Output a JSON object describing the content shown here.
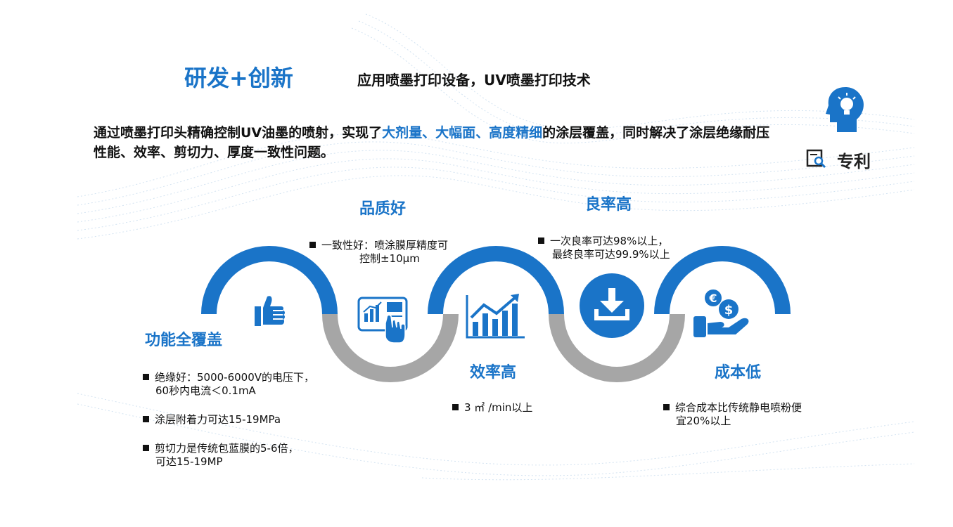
{
  "header": {
    "title": "研发+创新",
    "subtitle": "应用喷墨打印设备，UV喷墨打印技术"
  },
  "intro": {
    "part1": "通过喷墨打印头精确控制UV油墨的喷射，实现了",
    "highlight": "大剂量、大幅面、高度精细",
    "part2": "的涂层覆盖，同时解决了涂层绝缘耐压性能、效率、剪切力、厚度一致性问题。"
  },
  "patent": {
    "label": "专利",
    "icons": [
      "head-bulb-icon",
      "patent-document-icon"
    ]
  },
  "features": {
    "coverage": {
      "title": "功能全覆盖",
      "icon": "thumbs-up-icon",
      "items": [
        {
          "line1": "绝缘好：5000-6000V的电压下，",
          "line2": "60秒内电流＜0.1mA"
        },
        {
          "line1": "涂层附着力可达15-19MPa",
          "line2": ""
        },
        {
          "line1": "剪切力是传统包蓝膜的5-6倍，",
          "line2": "可达15-19MP"
        }
      ]
    },
    "quality": {
      "title": "品质好",
      "icon": "tablet-chart-icon",
      "line1": "一致性好：喷涂膜厚精度可",
      "line2": "控制±10μm"
    },
    "efficiency": {
      "title": "效率高",
      "icon": "growth-chart-icon",
      "line1": "3 ㎡ /min以上"
    },
    "yield": {
      "title": "良率高",
      "icon": "download-tray-icon",
      "line1": "一次良率可达98%以上，",
      "line2": "最终良率可达99.9%以上"
    },
    "cost": {
      "title": "成本低",
      "icon": "coins-hand-icon",
      "line1": "综合成本比传统静电喷粉便",
      "line2": "宜20%以上"
    }
  },
  "colors": {
    "blue": "#1a74c8",
    "grey": "#a6a6a6",
    "text": "#111111"
  }
}
